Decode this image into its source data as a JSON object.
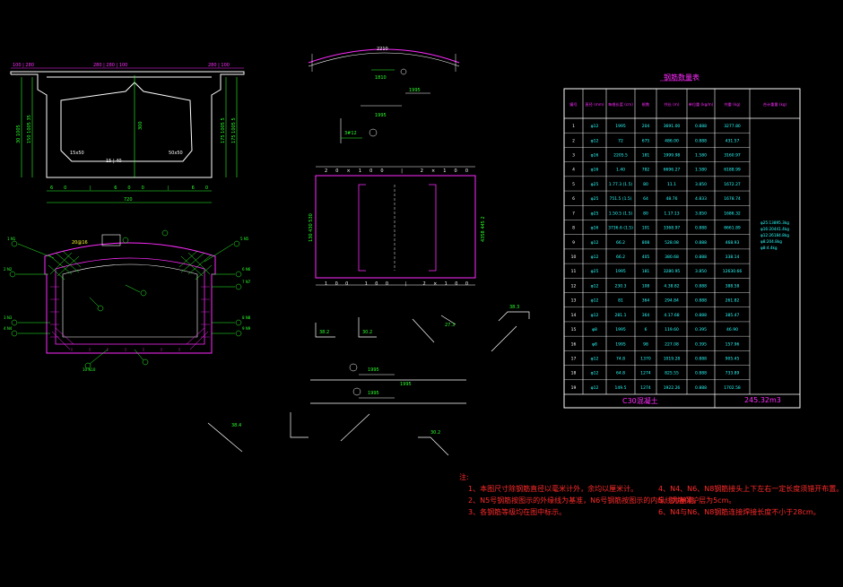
{
  "drawing": {
    "colors": {
      "background": "#000000",
      "structure": "#ffffff",
      "rebar": "#ff2aff",
      "dimension": "#2aff2a",
      "table_text": "#2affff",
      "notes": "#ff2a2a",
      "highlight": "#ffff2a"
    }
  },
  "section_view": {
    "dims": {
      "top_left": "100 | 280",
      "top_mid": "280 | 280 | 100",
      "top_right": "280 | 100",
      "left_1": "30 1005",
      "left_2": "150 1005 35",
      "right_1": "175 1005 5",
      "right_2": "175 1005 5",
      "mid_v": "300",
      "haunch_l": "15x50",
      "haunch_r": "50x50",
      "bottom_mid": "15 | 40",
      "base_1": "60 | 600 | 60",
      "base_2": "720"
    }
  },
  "rebar_layout": {
    "top_label": "20@16",
    "labels": [
      "1 N1",
      "2 N2",
      "3 N3",
      "4 N4",
      "5 N5",
      "6 N6",
      "7 N7",
      "8 N8",
      "9 N9",
      "10 N10"
    ]
  },
  "arch_detail": {
    "dims": [
      "1995",
      "2210",
      "1810",
      "3#12",
      "1995"
    ]
  },
  "plan_view": {
    "top": "20×100  |  2×100",
    "bottom": "100 100  |  2×100",
    "left": "130  430  530",
    "right": "4358  445  2"
  },
  "bar_shapes": {
    "dims": [
      "38.2",
      "30.2",
      "27.3",
      "1995",
      "1995",
      "38.3",
      "1995",
      "38.4",
      "30.2"
    ]
  },
  "rebar_table": {
    "title": "钢筋数量表",
    "headers": [
      "编号",
      "直径 (mm)",
      "每根长度 (cm)",
      "根数",
      "共长 (m)",
      "单位重 (kg/m)",
      "共重 (kg)",
      "合计重量 (kg)"
    ],
    "rows": [
      [
        "1",
        "φ12",
        "1995",
        "204",
        "3691.00",
        "0.888",
        "3277.80"
      ],
      [
        "2",
        "φ12",
        "72",
        "675",
        "486.00",
        "0.888",
        "431.57"
      ],
      [
        "3",
        "φ16",
        "2205.5",
        "181",
        "1999.98",
        "1.580",
        "3160.97"
      ],
      [
        "4",
        "φ16",
        "1.40",
        "782",
        "6696.27",
        "1.580",
        "6188.99"
      ],
      [
        "5",
        "φ25",
        "1.77.3 (1.5)",
        "80",
        "11.1",
        "3.850",
        "1672.27"
      ],
      [
        "6",
        "φ25",
        "751.5 (1.5)",
        "64",
        "48.76",
        "4.833",
        "1678.74"
      ],
      [
        "7",
        "φ25",
        "1.50.5 (1.5)",
        "80",
        "1.17.13",
        "3.850",
        "1686.32"
      ],
      [
        "8",
        "φ16",
        "3736.6 (1.5)",
        "101",
        "3368.97",
        "0.888",
        "6661.89"
      ],
      [
        "9",
        "φ12",
        "66.2",
        "808",
        "528.08",
        "0.888",
        "468.93"
      ],
      [
        "10",
        "φ12",
        "66.2",
        "405",
        "380.68",
        "0.888",
        "338.14"
      ],
      [
        "11",
        "φ25",
        "1995",
        "181",
        "3280.95",
        "3.850",
        "12630.66"
      ],
      [
        "12",
        "φ12",
        "230.3",
        "108",
        "4.38.82",
        "0.888",
        "388.58"
      ],
      [
        "13",
        "φ12",
        "81",
        "364",
        "294.84",
        "0.888",
        "261.82"
      ],
      [
        "14",
        "φ12",
        "281.1",
        "364",
        "4.17.68",
        "0.888",
        "385.47"
      ],
      [
        "15",
        "φ8",
        "1995",
        "6",
        "119.60",
        "0.395",
        "46.90"
      ],
      [
        "16",
        "φ8",
        "1995",
        "98",
        "227.08",
        "0.395",
        "157.96"
      ],
      [
        "17",
        "φ12",
        "74.8",
        "1370",
        "1019.28",
        "0.888",
        "905.45"
      ],
      [
        "18",
        "φ12",
        "64.8",
        "1274",
        "825.55",
        "0.888",
        "733.89"
      ],
      [
        "19",
        "φ12",
        "149.5",
        "1274",
        "1922.26",
        "0.888",
        "1702.58"
      ]
    ],
    "total_note": [
      "φ25:13895.3kg",
      "φ16:20441.4kg",
      "φ12:26184.8kg",
      "φ8:204.8kg",
      "φ8:4.4kg"
    ],
    "footer_left": "C30混凝土",
    "footer_right": "245.32m3"
  },
  "notes": {
    "heading": "注:",
    "left": [
      "1、本图尺寸除钢筋直径以毫米计外，余均以厘米计。",
      "2、N5号钢筋按图示的外缘线为基准，N6号钢筋按图示的内缘线为基准。",
      "3、各钢筋等级均在图中标示。"
    ],
    "right": [
      "4、N4、N6、N8钢筋接头上下左右一定长度须错开布置。",
      "5、钢筋保护层为5cm。",
      "6、N4与N6、N8钢筋连接焊接长度不小于28cm。"
    ]
  }
}
